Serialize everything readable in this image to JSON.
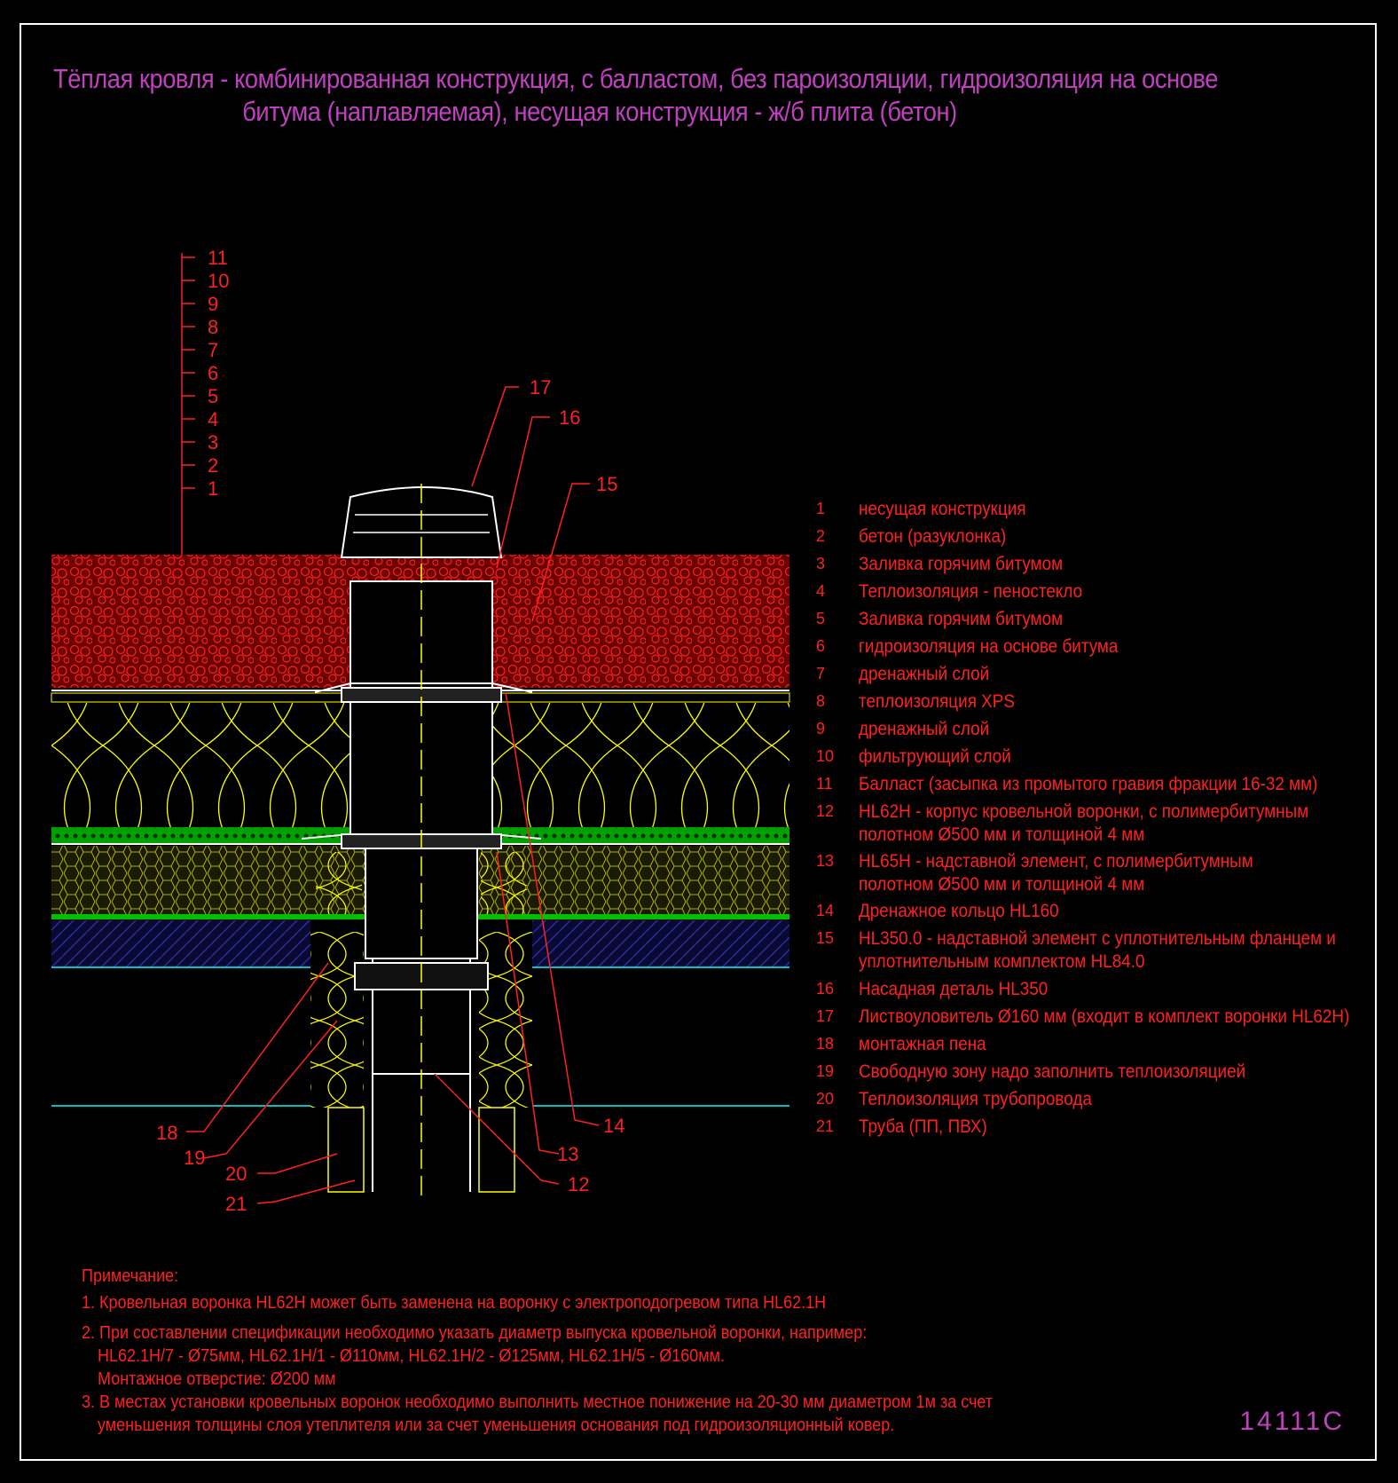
{
  "title": {
    "line1": "Тёплая кровля - комбинированная конструкция, с балластом, без пароизоляции, гидроизоляция на основе",
    "line2": "битума (наплавляемая), несущая конструкция - ж/б плита (бетон)"
  },
  "layer_scale": [
    "11",
    "10",
    "9",
    "8",
    "7",
    "6",
    "5",
    "4",
    "3",
    "2",
    "1"
  ],
  "callouts": [
    "17",
    "16",
    "15",
    "14",
    "13",
    "12",
    "18",
    "19",
    "20",
    "21"
  ],
  "legend": [
    {
      "n": "1",
      "text": "несущая конструкция"
    },
    {
      "n": "2",
      "text": "бетон (разуклонка)"
    },
    {
      "n": "3",
      "text": "Заливка горячим битумом"
    },
    {
      "n": "4",
      "text": "Теплоизоляция - пеностекло"
    },
    {
      "n": "5",
      "text": "Заливка горячим битумом"
    },
    {
      "n": "6",
      "text": "гидроизоляция на основе битума"
    },
    {
      "n": "7",
      "text": "дренажный   слой"
    },
    {
      "n": "8",
      "text": "теплоизоляция XPS"
    },
    {
      "n": "9",
      "text": "дренажный   слой"
    },
    {
      "n": "10",
      "text": "фильтрующий слой"
    },
    {
      "n": "11",
      "text": "Баллаcт (засыпка из промытого гравия фракции 16-32 мм)"
    },
    {
      "n": "12",
      "text": "HL62H - корпус кровельной воронки, с полимербитумным"
    },
    {
      "n": "",
      "text": "полотном Ø500 мм и толщиной 4 мм"
    },
    {
      "n": "13",
      "text": "HL65H - надставной элемент, с полимербитумным"
    },
    {
      "n": "",
      "text": "полотном Ø500 мм и толщиной 4 мм"
    },
    {
      "n": "14",
      "text": "Дренажное кольцо HL160"
    },
    {
      "n": "15",
      "text": "HL350.0 - надставной элемент с уплотнительным фланцем и"
    },
    {
      "n": "",
      "text": "уплотнительным комплектом HL84.0"
    },
    {
      "n": "16",
      "text": "Насадная деталь HL350"
    },
    {
      "n": "17",
      "text": "Листвоуловитель Ø160 мм (входит в комплект воронки HL62H)"
    },
    {
      "n": "18",
      "text": "монтажная пена"
    },
    {
      "n": "19",
      "text": "Свободную зону надо заполнить теплоизоляцией"
    },
    {
      "n": "20",
      "text": "Теплоизоляция трубопровода"
    },
    {
      "n": "21",
      "text": "Труба (ПП, ПВХ)"
    }
  ],
  "notes": [
    "Примечание:",
    "1. Кровельная воронка HL62H может быть заменена на воронку с электроподогревом типа HL62.1H",
    "2. При составлении спецификации необходимо указать диаметр выпуска кровельной воронки, например:",
    "    HL62.1H/7 - Ø75мм, HL62.1H/1 - Ø110мм, HL62.1H/2 - Ø125мм, HL62.1H/5 - Ø160мм.",
    "    Монтажное отверстие: Ø200 мм",
    "3. В местах установки кровельных воронок необходимо выполнить местное понижение на 20-30 мм диаметром 1м за счет",
    "    уменьшения толщины слоя утеплителя или за счет уменьшения основания под гидроизоляционный ковер."
  ],
  "drawing_code": "14111C",
  "colors": {
    "text_red": "#ff2020",
    "title_magenta": "#c040c0",
    "gravel": "#c00000",
    "insulation": "#ffff00",
    "drain": "#00ff00",
    "concrete": "#3030c0",
    "slab": "#00ffff"
  }
}
